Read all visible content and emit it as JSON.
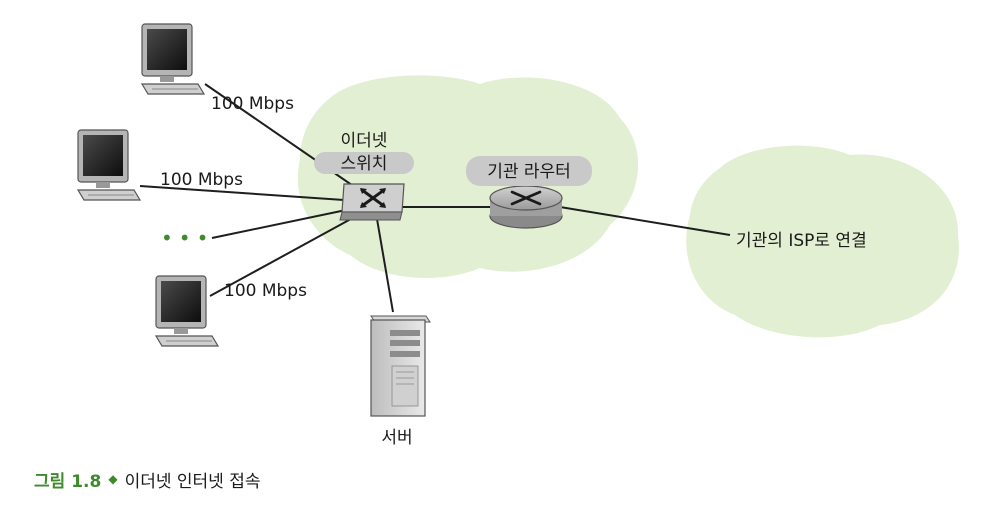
{
  "diagram": {
    "links": {
      "host_1": "100 Mbps",
      "host_2": "100 Mbps",
      "host_3": "100 Mbps"
    },
    "ellipsis": "•••",
    "switch_label_line1": "이더넷",
    "switch_label_line2": "스위치",
    "router_label": "기관 라우터",
    "server_label": "서버",
    "isp_label": "기관의 ISP로 연결"
  },
  "caption": {
    "number": "그림 1.8",
    "text": "이더넷 인터넷 접속"
  },
  "colors": {
    "cloud": "#e3efd3",
    "label_pill": "#c9c9c9",
    "caption_accent": "#3f8a2c",
    "screen": "#1c1c1c",
    "device_gray": "#a7a7a7"
  }
}
